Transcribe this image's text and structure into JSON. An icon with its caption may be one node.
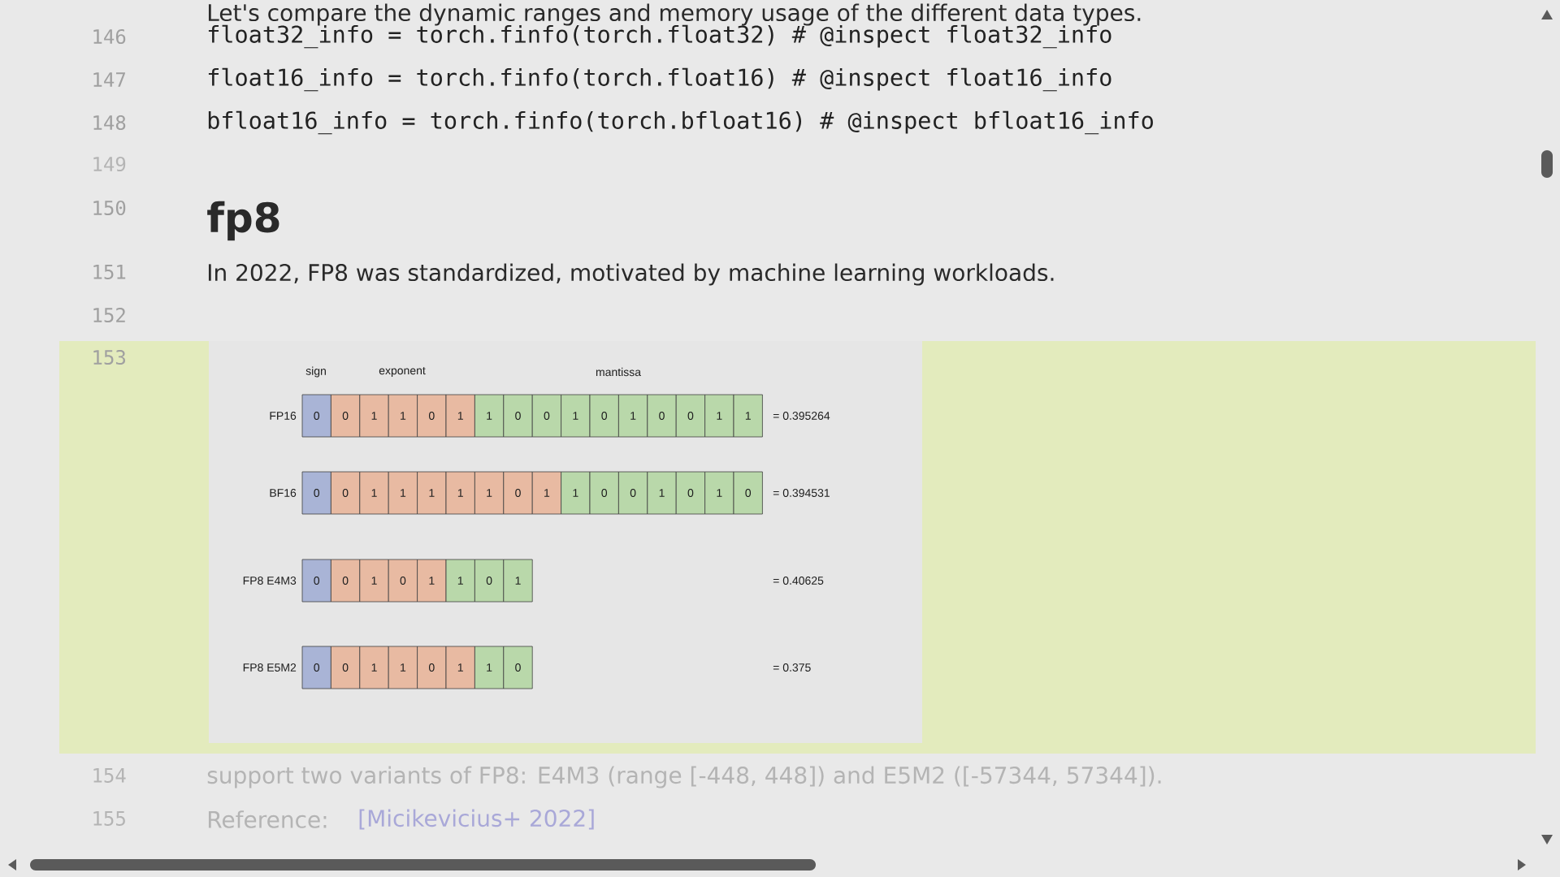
{
  "diagram": {
    "title": "fp8",
    "nodes": [
      {
        "text": [
          "0"
        ]
      },
      {
        "text": [
          "0"
        ]
      },
      {
        "text": [
          "1"
        ]
      },
      {
        "text": [
          "1"
        ]
      },
      {
        "text": [
          "0"
        ]
      },
      {
        "text": [
          "1"
        ]
      },
      {
        "text": [
          "1"
        ]
      },
      {
        "text": [
          "0"
        ]
      },
      {
        "text": [
          "0"
        ]
      },
      {
        "text": [
          "1"
        ]
      },
      {
        "text": [
          "0"
        ]
      },
      {
        "text": [
          "1"
        ]
      },
      {
        "text": [
          "0"
        ]
      },
      {
        "text": [
          "0"
        ]
      },
      {
        "text": [
          "1"
        ]
      },
      {
        "text": [
          "1"
        ]
      },
      {
        "text": [
          "0"
        ]
      },
      {
        "text": [
          "0"
        ]
      },
      {
        "text": [
          "1"
        ]
      },
      {
        "text": [
          "1"
        ]
      },
      {
        "text": [
          "1"
        ]
      },
      {
        "text": [
          "1"
        ]
      },
      {
        "text": [
          "1"
        ]
      },
      {
        "text": [
          "0"
        ]
      },
      {
        "text": [
          "1"
        ]
      },
      {
        "text": [
          "1"
        ]
      },
      {
        "text": [
          "0"
        ]
      },
      {
        "text": [
          "0"
        ]
      },
      {
        "text": [
          "1"
        ]
      },
      {
        "text": [
          "0"
        ]
      },
      {
        "text": [
          "1"
        ]
      },
      {
        "text": [
          "0"
        ]
      },
      {
        "text": [
          "0"
        ]
      },
      {
        "text": [
          "0"
        ]
      },
      {
        "text": [
          "1"
        ]
      },
      {
        "text": [
          "0"
        ]
      },
      {
        "text": [
          "1"
        ]
      },
      {
        "text": [
          "1"
        ]
      },
      {
        "text": [
          "0"
        ]
      },
      {
        "text": [
          "1"
        ]
      },
      {
        "text": [
          "0"
        ]
      },
      {
        "text": [
          "0"
        ]
      },
      {
        "text": [
          "1"
        ]
      },
      {
        "text": [
          "1"
        ]
      },
      {
        "text": [
          "0"
        ]
      },
      {
        "text": [
          "1"
        ]
      },
      {
        "text": [
          "1"
        ]
      },
      {
        "text": [
          "0"
        ]
      }
    ],
    "labels": [
      "Let's compare the dynamic ranges and memory usage of the different data types.",
      "146",
      "float32_info = torch.finfo(torch.float32)  # @inspect float32_info",
      "147",
      "float16_info = torch.finfo(torch.float16)  # @inspect float16_info",
      "148",
      "bfloat16_info = torch.finfo(torch.bfloat16)  # @inspect bfloat16_info",
      "149",
      "150",
      "151",
      "In 2022, FP8 was standardized, motivated by machine learning workloads.",
      "152",
      "153",
      "sign",
      "exponent",
      "mantissa",
      "FP16",
      "= 0.395264",
      "BF16",
      "= 0.394531",
      "FP8 E4M3",
      "= 0.40625",
      "FP8 E5M2",
      "= 0.375",
      "154",
      "support two variants of FP8: E4M3 (range [-448, 448]) and E5M2 ([-57344, 57344]).",
      "155",
      "Reference:",
      "[Micikevicius+ 2022]"
    ]
  }
}
